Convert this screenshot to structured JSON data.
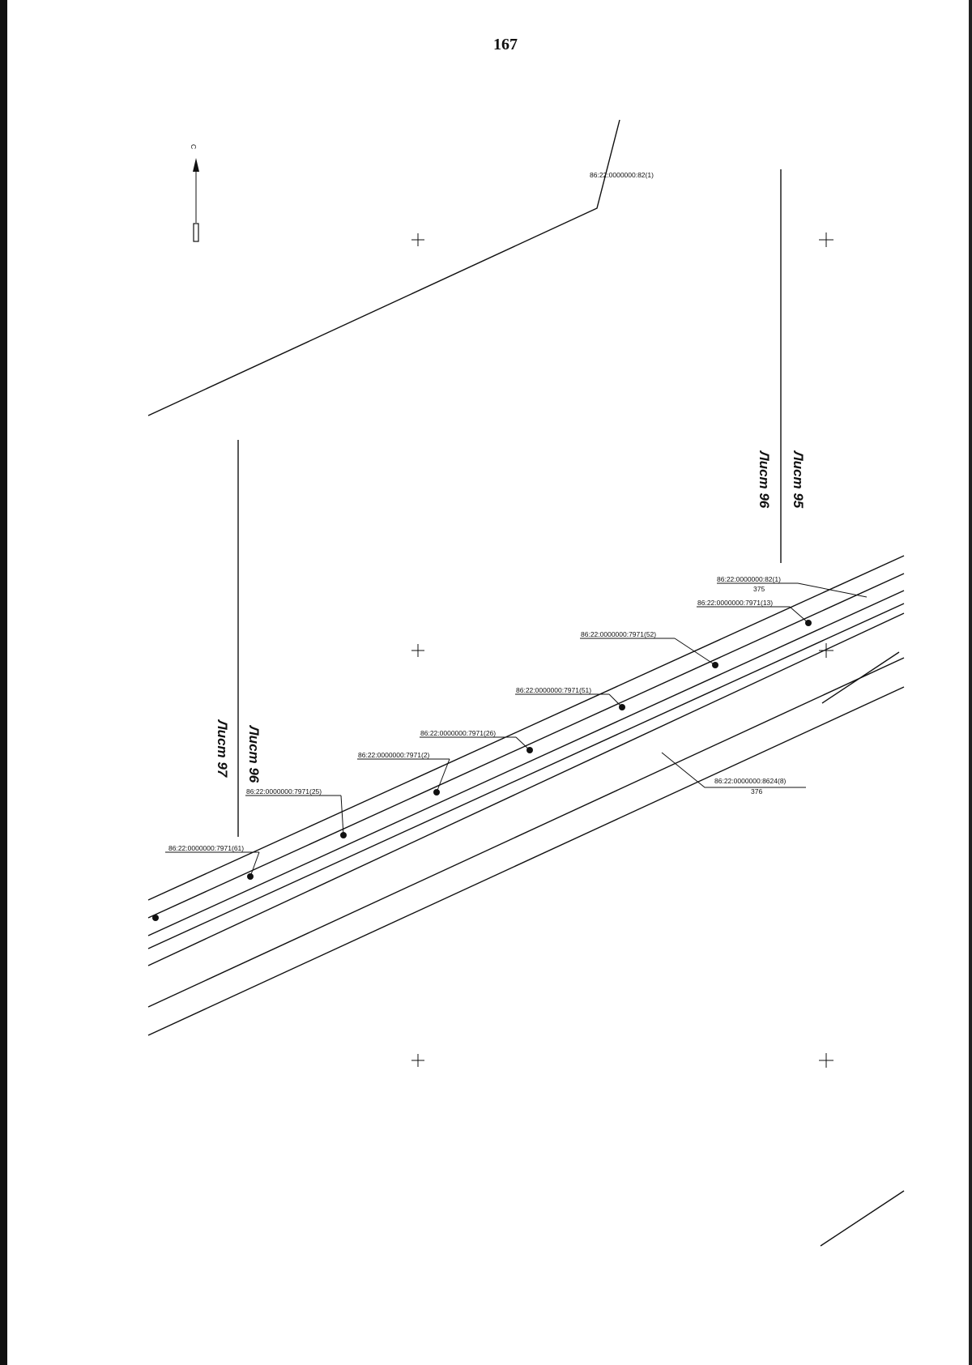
{
  "page_number": "167",
  "north_arrow": {
    "label": "С",
    "icon": "north-arrow-icon"
  },
  "sheet_labels": {
    "upper_left": "Лист 95",
    "upper_right": "Лист 96",
    "lower_left": "Лист 97",
    "lower_right": "Лист 96"
  },
  "parcels": [
    {
      "id": "top-82",
      "text": "86:22:0000000:82(1)",
      "subtext": ""
    },
    {
      "id": "82-1",
      "text": "86:22:0000000:82(1)",
      "subtext": "375"
    },
    {
      "id": "7971-13",
      "text": "86:22:0000000:7971(13)",
      "subtext": ""
    },
    {
      "id": "7971-52",
      "text": "86:22:0000000:7971(52)",
      "subtext": ""
    },
    {
      "id": "7971-51",
      "text": "86:22:0000000:7971(51)",
      "subtext": ""
    },
    {
      "id": "7971-26",
      "text": "86:22:0000000:7971(26)",
      "subtext": ""
    },
    {
      "id": "7971-2",
      "text": "86:22:0000000:7971(2)",
      "subtext": ""
    },
    {
      "id": "7971-25",
      "text": "86:22:0000000:7971(25)",
      "subtext": ""
    },
    {
      "id": "7971-61",
      "text": "86:22:0000000:7971(61)",
      "subtext": ""
    },
    {
      "id": "8624-8",
      "text": "86:22:0000000:8624(8)",
      "subtext": "376"
    }
  ]
}
